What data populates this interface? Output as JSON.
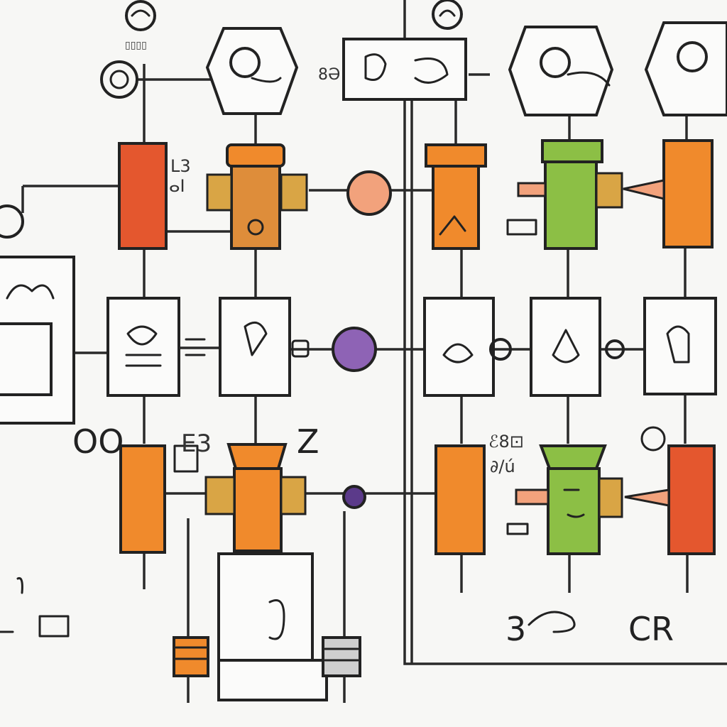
{
  "diagram": {
    "labels": {
      "oo": "OO",
      "z": "Z",
      "three": "3",
      "cr": "CR"
    },
    "colors": {
      "red_orange": "#e4572e",
      "orange": "#f08a2c",
      "tan": "#de8d3a",
      "mustard": "#d9a545",
      "green": "#8cbf45",
      "peach": "#f2a27c",
      "purple": "#8e63b5",
      "dark_purple": "#5b3a8a",
      "ink": "#222222"
    },
    "icons": [
      "gauge-icon",
      "drop-icon",
      "flask-icon",
      "pot-icon",
      "plant-icon",
      "coil-icon"
    ]
  }
}
